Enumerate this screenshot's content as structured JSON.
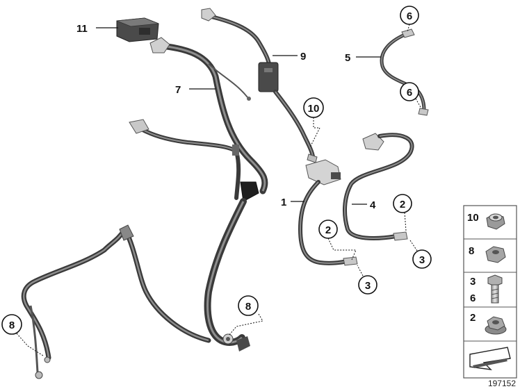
{
  "diagram": {
    "callouts": {
      "c11": "11",
      "c9": "9",
      "c7": "7",
      "c5": "5",
      "c1": "1",
      "c4": "4"
    },
    "circled": {
      "c6_top": "6",
      "c6_bottom": "6",
      "c10": "10",
      "c2_left": "2",
      "c3_left": "3",
      "c2_right": "2",
      "c3_right": "3",
      "c8_center": "8",
      "c8_left": "8"
    },
    "legend": {
      "row1": "10",
      "row2": "8",
      "row3a": "3",
      "row3b": "6",
      "row4": "2"
    },
    "doc_number": "197152"
  }
}
